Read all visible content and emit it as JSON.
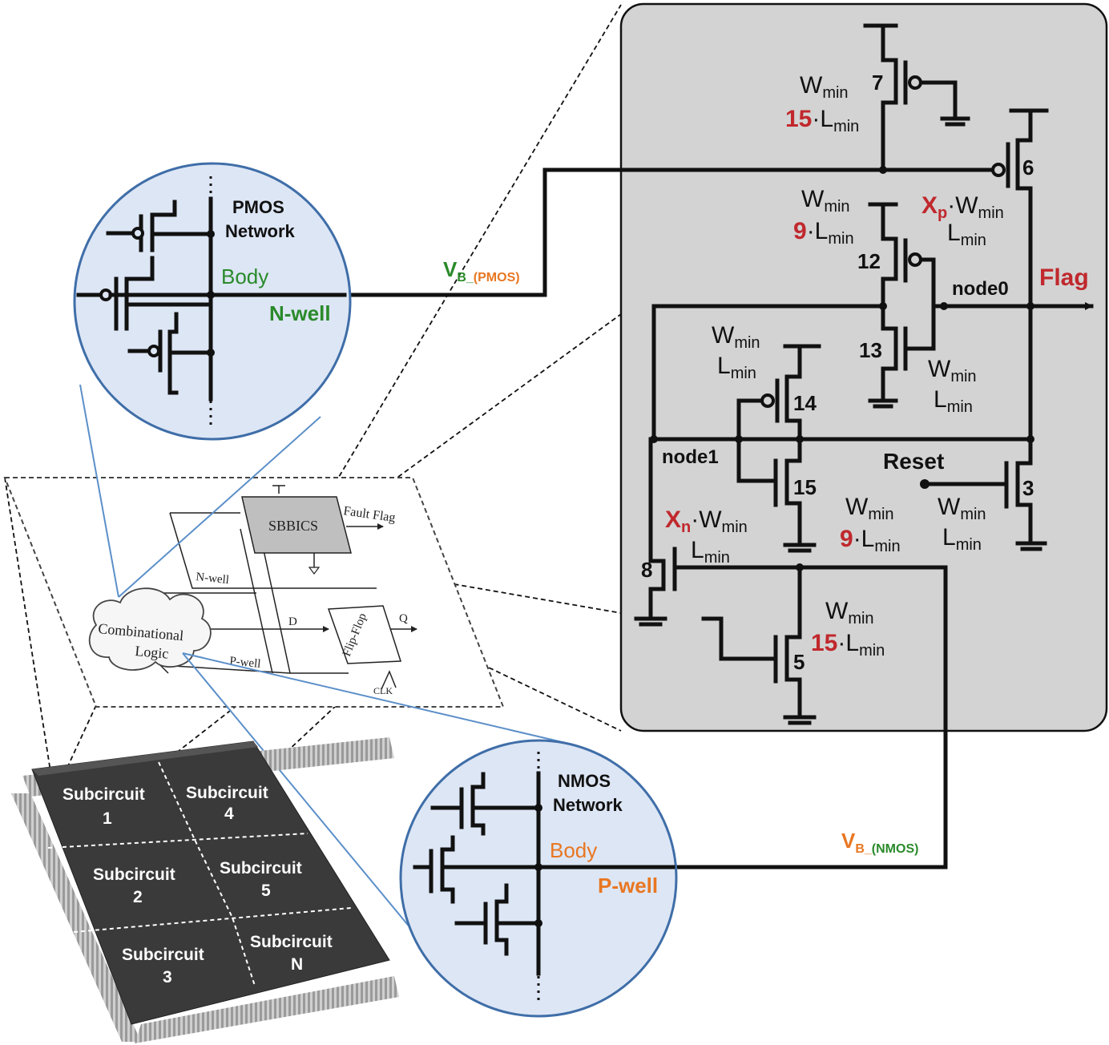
{
  "panel": {
    "transistors": {
      "t7": "7",
      "t6": "6",
      "t12": "12",
      "t13": "13",
      "t14": "14",
      "t15": "15",
      "t3": "3",
      "t8": "8",
      "t5": "5"
    },
    "sizes": {
      "t7_w": "W",
      "t7_w_sub": "min",
      "t7_l_mult": "15",
      "t7_l": "·L",
      "t7_l_sub": "min",
      "t12_w": "W",
      "t12_w_sub": "min",
      "t12_l_mult": "9",
      "t12_l": "·L",
      "t12_l_sub": "min",
      "t6_mult": "X",
      "t6_mult_sub": "p",
      "t6_w": "·W",
      "t6_w_sub": "min",
      "t6_l": "L",
      "t6_l_sub": "min",
      "t13_w": "W",
      "t13_w_sub": "min",
      "t13_l": "L",
      "t13_l_sub": "min",
      "t14_w": "W",
      "t14_w_sub": "min",
      "t14_l": "L",
      "t14_l_sub": "min",
      "t15_w": "W",
      "t15_w_sub": "min",
      "t15_l_mult": "9",
      "t15_l": "·L",
      "t15_l_sub": "min",
      "t3_w": "W",
      "t3_w_sub": "min",
      "t3_l": "L",
      "t3_l_sub": "min",
      "t8_mult": "X",
      "t8_mult_sub": "n",
      "t8_w": "·W",
      "t8_w_sub": "min",
      "t8_l": "L",
      "t8_l_sub": "min",
      "t5_w": "W",
      "t5_w_sub": "min",
      "t5_l_mult": "15",
      "t5_l": "·L",
      "t5_l_sub": "min"
    },
    "node0": "node0",
    "node1": "node1",
    "flag": "Flag",
    "reset": "Reset"
  },
  "vb_pmos": {
    "v": "V",
    "sub_b": "B_",
    "sub_type": "(PMOS)"
  },
  "vb_nmos": {
    "v": "V",
    "sub_b": "B_",
    "sub_type": "(NMOS)"
  },
  "pmos_zoom": {
    "title1": "PMOS",
    "title2": "Network",
    "body": "Body",
    "well": "N-well"
  },
  "nmos_zoom": {
    "title1": "NMOS",
    "title2": "Network",
    "body": "Body",
    "well": "P-well"
  },
  "block": {
    "sbbics": "SBBICS",
    "fault_flag": "Fault Flag",
    "nwell": "N-well",
    "pwell": "P-well",
    "comb1": "Combinational",
    "comb2": "Logic",
    "d": "D",
    "q": "Q",
    "ff": "Flip-Flop",
    "clk": "CLK"
  },
  "chip": {
    "cells": [
      {
        "name": "Subcircuit",
        "num": "1"
      },
      {
        "name": "Subcircuit",
        "num": "4"
      },
      {
        "name": "Subcircuit",
        "num": "2"
      },
      {
        "name": "Subcircuit",
        "num": "5"
      },
      {
        "name": "Subcircuit",
        "num": "3"
      },
      {
        "name": "Subcircuit",
        "num": "N"
      }
    ]
  },
  "colors": {
    "panel_bg": "#d3d3d3",
    "circle_fill": "#dde6f5",
    "circle_stroke": "#3f6ea8",
    "chip": "#3a3a3a",
    "red": "#c0282d",
    "green": "#2a8a2a",
    "orange": "#e87722"
  }
}
